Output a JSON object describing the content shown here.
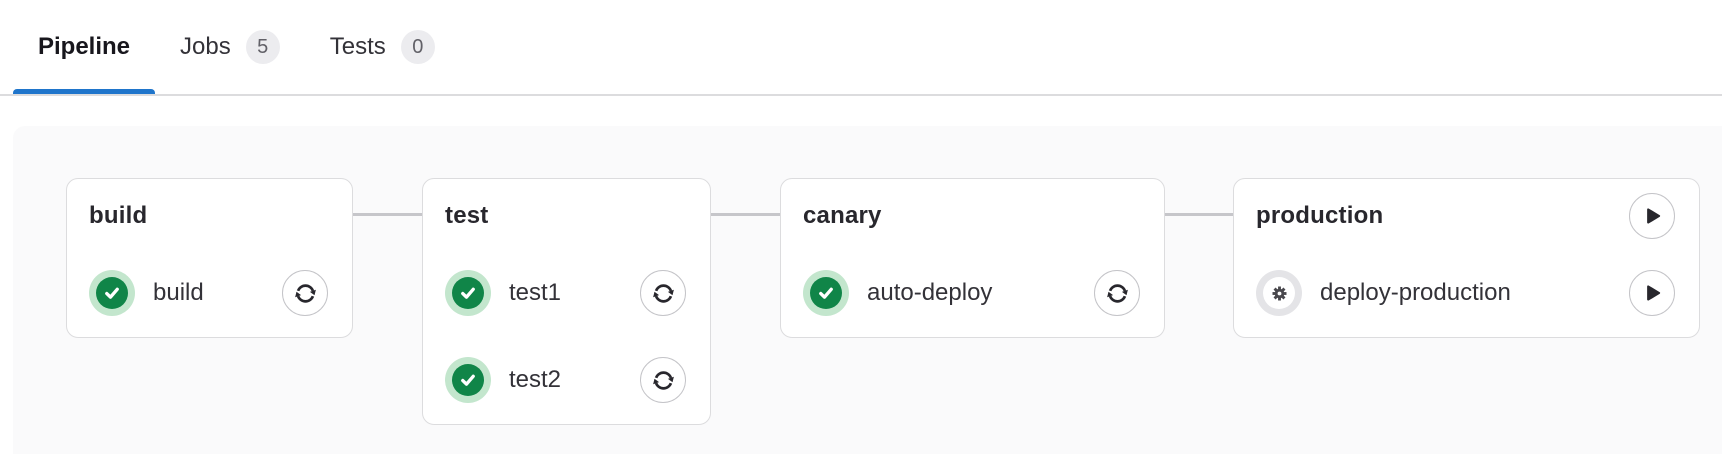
{
  "tabs": {
    "pipeline": {
      "label": "Pipeline"
    },
    "jobs": {
      "label": "Jobs",
      "count": "5"
    },
    "tests": {
      "label": "Tests",
      "count": "0"
    }
  },
  "pipeline_graph": {
    "stages": [
      {
        "title": "build",
        "jobs": [
          {
            "name": "build",
            "status": "success",
            "action": "retry"
          }
        ]
      },
      {
        "title": "test",
        "jobs": [
          {
            "name": "test1",
            "status": "success",
            "action": "retry"
          },
          {
            "name": "test2",
            "status": "success",
            "action": "retry"
          }
        ]
      },
      {
        "title": "canary",
        "jobs": [
          {
            "name": "auto-deploy",
            "status": "success",
            "action": "retry"
          }
        ]
      },
      {
        "title": "production",
        "stage_action": "play",
        "jobs": [
          {
            "name": "deploy-production",
            "status": "manual",
            "action": "play"
          }
        ]
      }
    ]
  },
  "colors": {
    "active_tab_indicator": "#1f75cb",
    "success_green": "#108548",
    "success_halo": "#c3e6cd",
    "manual_halo": "#e4e4e7",
    "card_border": "#dcdcde",
    "graph_background": "#fafafb",
    "badge_background": "#ececef",
    "badge_text": "#626168",
    "connector": "#c6c6ca",
    "icon_dark": "#28272d"
  }
}
